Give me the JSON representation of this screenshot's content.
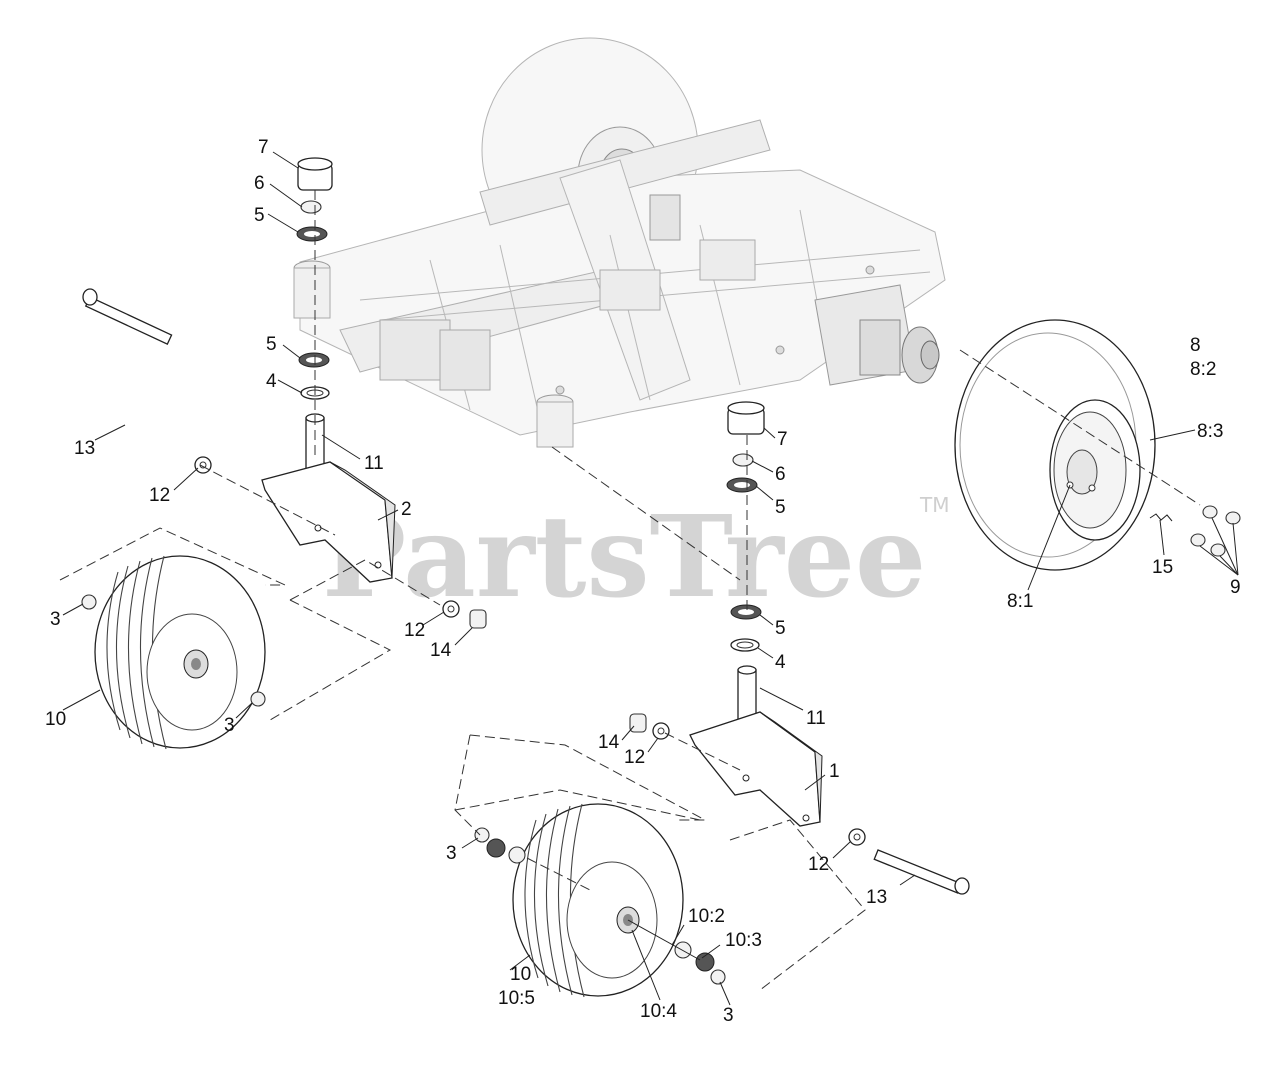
{
  "watermark": {
    "brand": "PartsTree",
    "trademark": "TM"
  },
  "callouts": {
    "rear_wheel": [
      "8",
      "8:2",
      "8:3",
      "8:1",
      "15",
      "9"
    ],
    "left_caster_upper": [
      "7",
      "6",
      "5",
      "5",
      "4",
      "11",
      "13",
      "12",
      "2"
    ],
    "left_caster_wheel": [
      "3",
      "10",
      "3",
      "12",
      "14"
    ],
    "right_caster_upper": [
      "7",
      "6",
      "5",
      "5",
      "4",
      "11",
      "14",
      "12",
      "1"
    ],
    "right_caster_wheel": [
      "3",
      "12",
      "13",
      "10",
      "10:5",
      "10:2",
      "10:3",
      "10:4",
      "3"
    ]
  }
}
